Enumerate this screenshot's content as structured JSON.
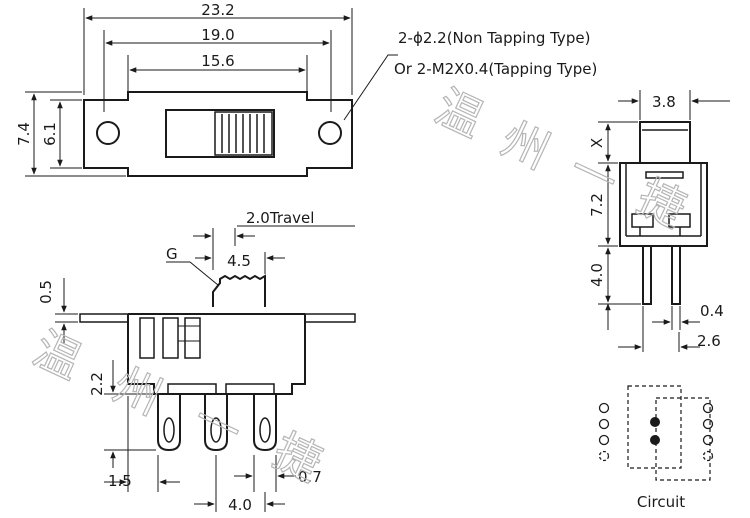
{
  "top_view": {
    "dim_overall": "23.2",
    "dim_hole_span": "19.0",
    "dim_body": "15.6",
    "dim_height_outer": "7.4",
    "dim_height_inner": "6.1",
    "hole_note_line1": "2-ɸ2.2(Non Tapping Type)",
    "hole_note_line2": "Or 2-M2X0.4(Tapping Type)"
  },
  "side_view": {
    "dim_width": "3.8",
    "dim_actuator": "X",
    "dim_body_height": "7.2",
    "dim_pin_length": "4.0",
    "dim_pin_thickness": "0.4",
    "dim_pin_spacing": "2.6"
  },
  "front_view": {
    "dim_travel": "2.0Travel",
    "label_g": "G",
    "dim_knob_width": "4.5",
    "dim_flange": "0.5",
    "dim_pin_height": "2.2",
    "dim_left_offset": "1.5",
    "dim_pin_width": "0.7",
    "dim_pin_pitch": "4.0"
  },
  "circuit": {
    "label": "Circuit"
  },
  "watermark": {
    "chars": [
      "温",
      "州",
      "一",
      "捷"
    ]
  }
}
